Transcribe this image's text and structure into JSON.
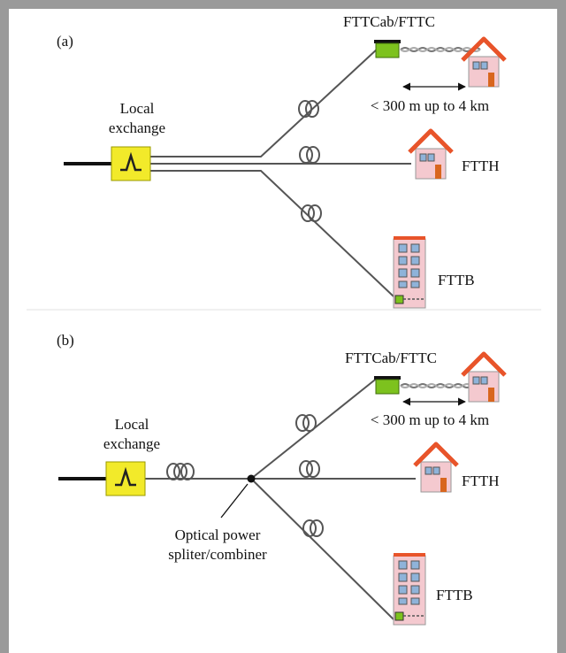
{
  "panel_a": {
    "label": "(a)",
    "exchange_line1": "Local",
    "exchange_line2": "exchange",
    "fttcab": "FTTCab/FTTC",
    "distance": "< 300 m up to 4 km",
    "ftth": "FTTH",
    "fttb": "FTTB"
  },
  "panel_b": {
    "label": "(b)",
    "exchange_line1": "Local",
    "exchange_line2": "exchange",
    "fttcab": "FTTCab/FTTC",
    "distance": "< 300 m up to 4 km",
    "ftth": "FTTH",
    "fttb": "FTTB",
    "splitter_line1": "Optical power",
    "splitter_line2": "spliter/combiner"
  },
  "colors": {
    "frame": "#9a9a9a",
    "exchange_fill": "#f2ea2a",
    "cabinet_fill": "#7dc21e",
    "roof": "#e8542a",
    "house_wall": "#f4c9cf",
    "window": "#8fb3d9",
    "door": "#d8661e",
    "fiber": "#555555"
  },
  "icons": {
    "exchange": "exchange-switch-icon",
    "cabinet": "street-cabinet-icon",
    "house": "house-icon",
    "building": "apartment-building-icon",
    "fiber_coil": "fiber-coil-icon",
    "splitter": "splitter-node-icon"
  }
}
